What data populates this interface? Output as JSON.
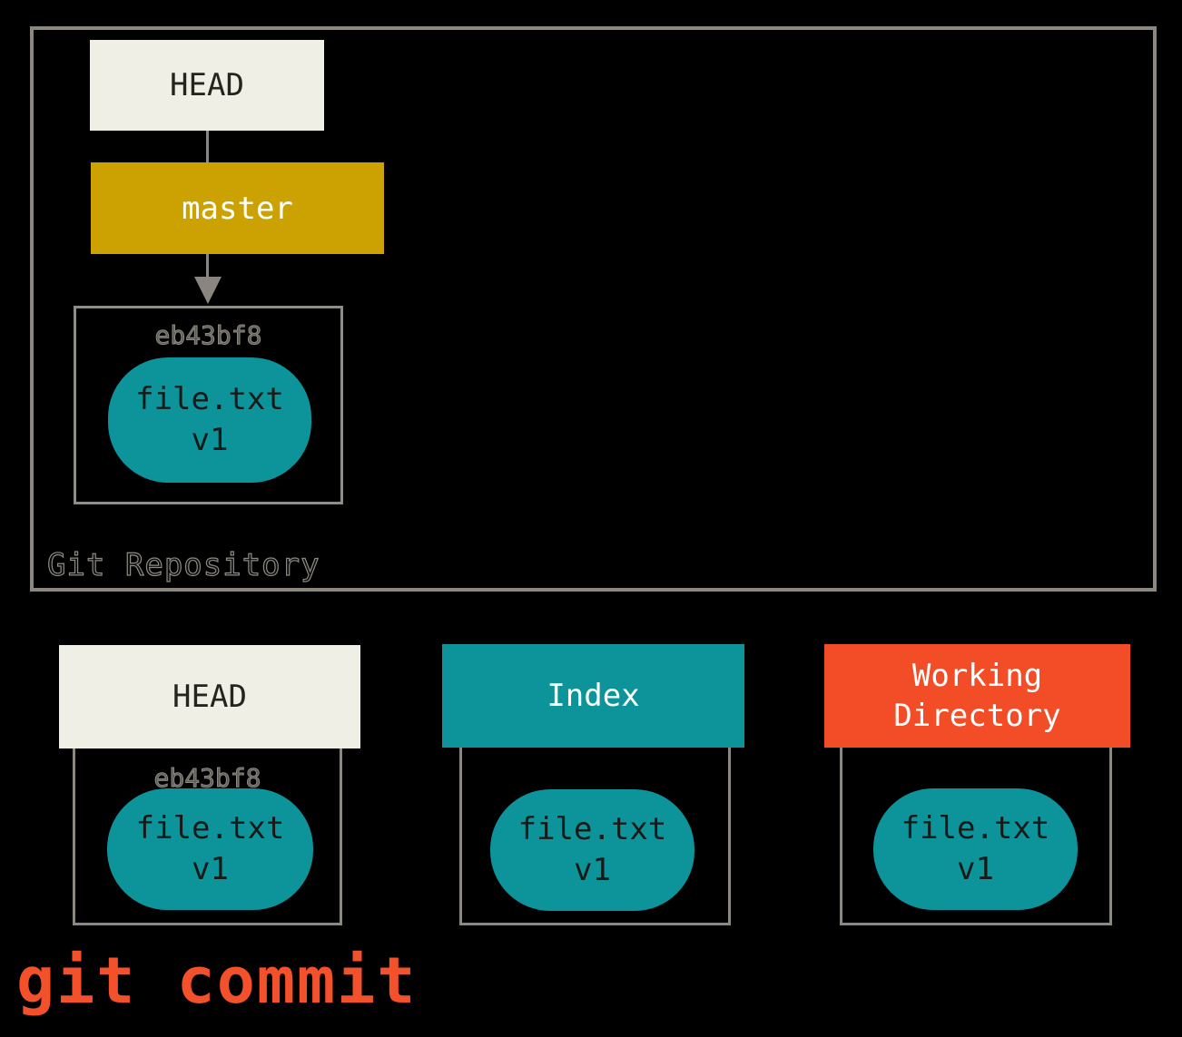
{
  "repository": {
    "label": "Git Repository",
    "head": "HEAD",
    "branch": "master",
    "commit": {
      "hash": "eb43bf8",
      "file": "file.txt",
      "version": "v1"
    }
  },
  "columns": [
    {
      "title": "HEAD",
      "hash": "eb43bf8",
      "file": "file.txt",
      "version": "v1"
    },
    {
      "title": "Index",
      "file": "file.txt",
      "version": "v1"
    },
    {
      "title": "Working Directory",
      "file": "file.txt",
      "version": "v1"
    }
  ],
  "command": "git commit",
  "colors": {
    "background": "#000000",
    "teal": "#0D949B",
    "gold": "#CBA201",
    "red_orange": "#F34D27",
    "cream": "#F0EFE6",
    "command_red": "#F3502C",
    "border_gray": "#8D8780"
  }
}
